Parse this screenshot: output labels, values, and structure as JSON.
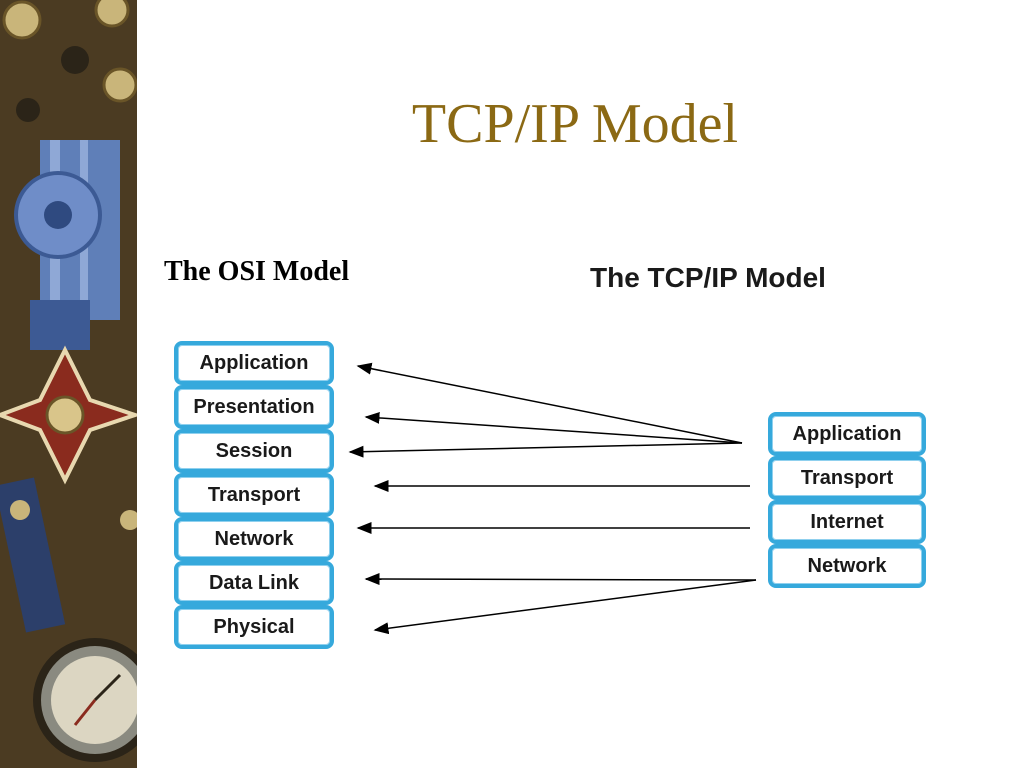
{
  "title": "TCP/IP Model",
  "osi": {
    "heading": "The OSI Model",
    "layers": [
      "Application",
      "Presentation",
      "Session",
      "Transport",
      "Network",
      "Data Link",
      "Physical"
    ]
  },
  "tcpip": {
    "heading": "The TCP/IP Model",
    "layers": [
      "Application",
      "Transport",
      "Internet",
      "Network"
    ]
  },
  "colors": {
    "title": "#8b6914",
    "box_border": "#36a9dc"
  },
  "mappings": [
    {
      "from": "Application",
      "to": [
        "Application",
        "Presentation",
        "Session"
      ]
    },
    {
      "from": "Transport",
      "to": [
        "Transport"
      ]
    },
    {
      "from": "Internet",
      "to": [
        "Network"
      ]
    },
    {
      "from": "Network",
      "to": [
        "Data Link",
        "Physical"
      ]
    }
  ]
}
